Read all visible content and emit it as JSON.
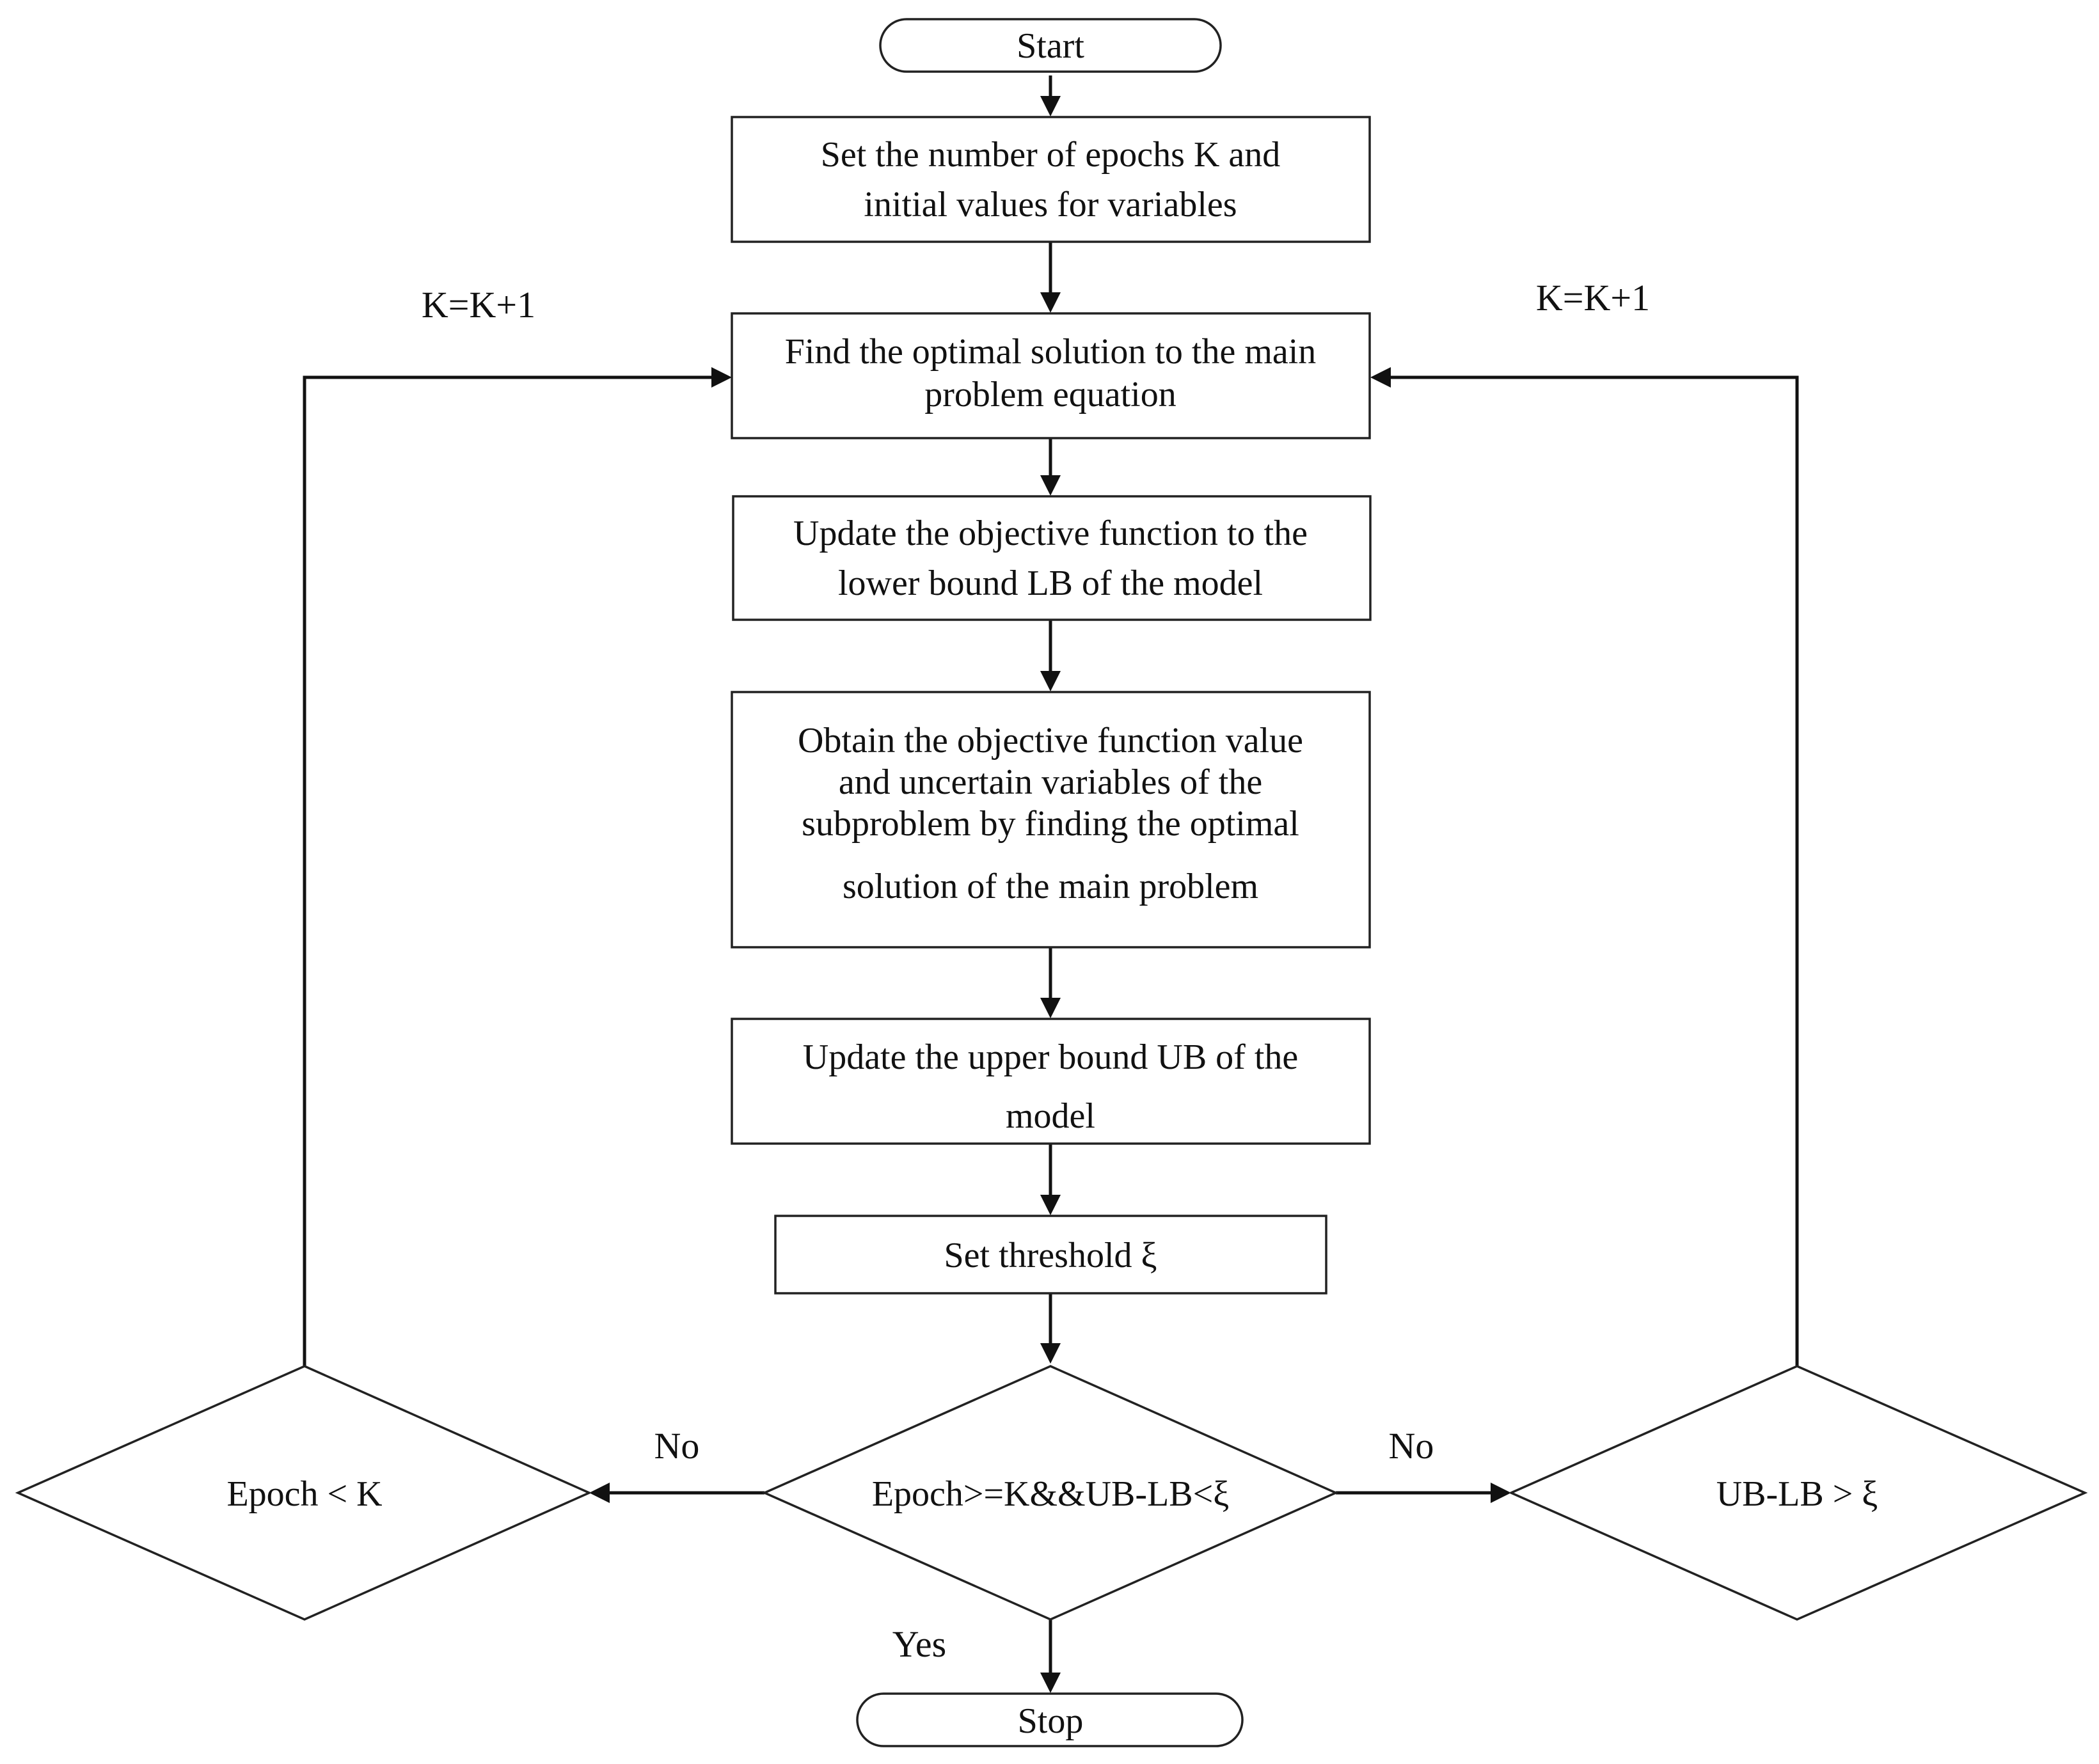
{
  "nodes": {
    "start": "Start",
    "stop": "Stop",
    "set_epochs": [
      "Set the number of epochs K and",
      "initial values for variables"
    ],
    "find_optimal": [
      "Find the optimal solution to the main",
      "problem equation"
    ],
    "update_lb": [
      "Update the objective function to the",
      "lower bound LB of the model"
    ],
    "obtain_value": [
      "Obtain the objective function value",
      "and uncertain variables of the",
      "subproblem by finding the optimal",
      "solution of the main problem"
    ],
    "update_ub": [
      "Update the upper bound UB of the",
      "model"
    ],
    "set_threshold": "Set threshold ξ",
    "decision_main": "Epoch>=K&&UB-LB<ξ",
    "decision_left": "Epoch < K",
    "decision_right": "UB-LB > ξ"
  },
  "edge_labels": {
    "left_loop": "K=K+1",
    "right_loop": "K=K+1",
    "no_left": "No",
    "no_right": "No",
    "yes": "Yes"
  },
  "colors": {
    "stroke": "#222222",
    "background": "#ffffff"
  }
}
